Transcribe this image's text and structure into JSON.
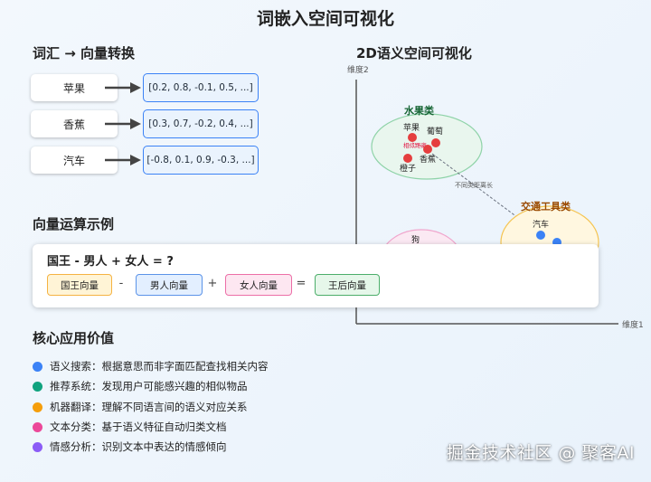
{
  "title": "词嵌入空间可视化",
  "left_panel": {
    "heading": "词汇 → 向量转换",
    "rows": [
      {
        "word": "苹果",
        "vector": "[0.2, 0.8, -0.1, 0.5, ...]"
      },
      {
        "word": "香蕉",
        "vector": "[0.3, 0.7, -0.2, 0.4, ...]"
      },
      {
        "word": "汽车",
        "vector": "[-0.8, 0.1, 0.9, -0.3, ...]"
      }
    ]
  },
  "plot": {
    "heading": "2D语义空间可视化",
    "y_axis_label": "维度2",
    "x_axis_label": "维度1",
    "fruit_cluster": {
      "label": "水果类",
      "words": [
        "苹果",
        "葡萄",
        "橙子",
        "香蕉"
      ],
      "note": "相似距离"
    },
    "transport_cluster": {
      "label": "交通工具类",
      "words": [
        "汽车"
      ]
    },
    "animal_cluster": {
      "label": "狗"
    },
    "distance_note": "不同类距离长"
  },
  "vector_ops": {
    "heading": "向量运算示例",
    "equation": "国王 - 男人 + 女人 = ?",
    "chips": [
      "国王向量",
      "男人向量",
      "女人向量",
      "王后向量"
    ],
    "operators": [
      "-",
      "+",
      "="
    ]
  },
  "applications": {
    "heading": "核心应用价值",
    "items": [
      {
        "text": "语义搜索：根据意思而非字面匹配查找相关内容",
        "color": "#3b82f6"
      },
      {
        "text": "推荐系统：发现用户可能感兴趣的相似物品",
        "color": "#10a37f"
      },
      {
        "text": "机器翻译：理解不同语言间的语义对应关系",
        "color": "#f59e0b"
      },
      {
        "text": "文本分类：基于语义特征自动归类文档",
        "color": "#ec4899"
      },
      {
        "text": "情感分析：识别文本中表达的情感倾向",
        "color": "#8b5cf6"
      }
    ]
  },
  "watermark": "掘金技术社区 @ 聚客AI"
}
